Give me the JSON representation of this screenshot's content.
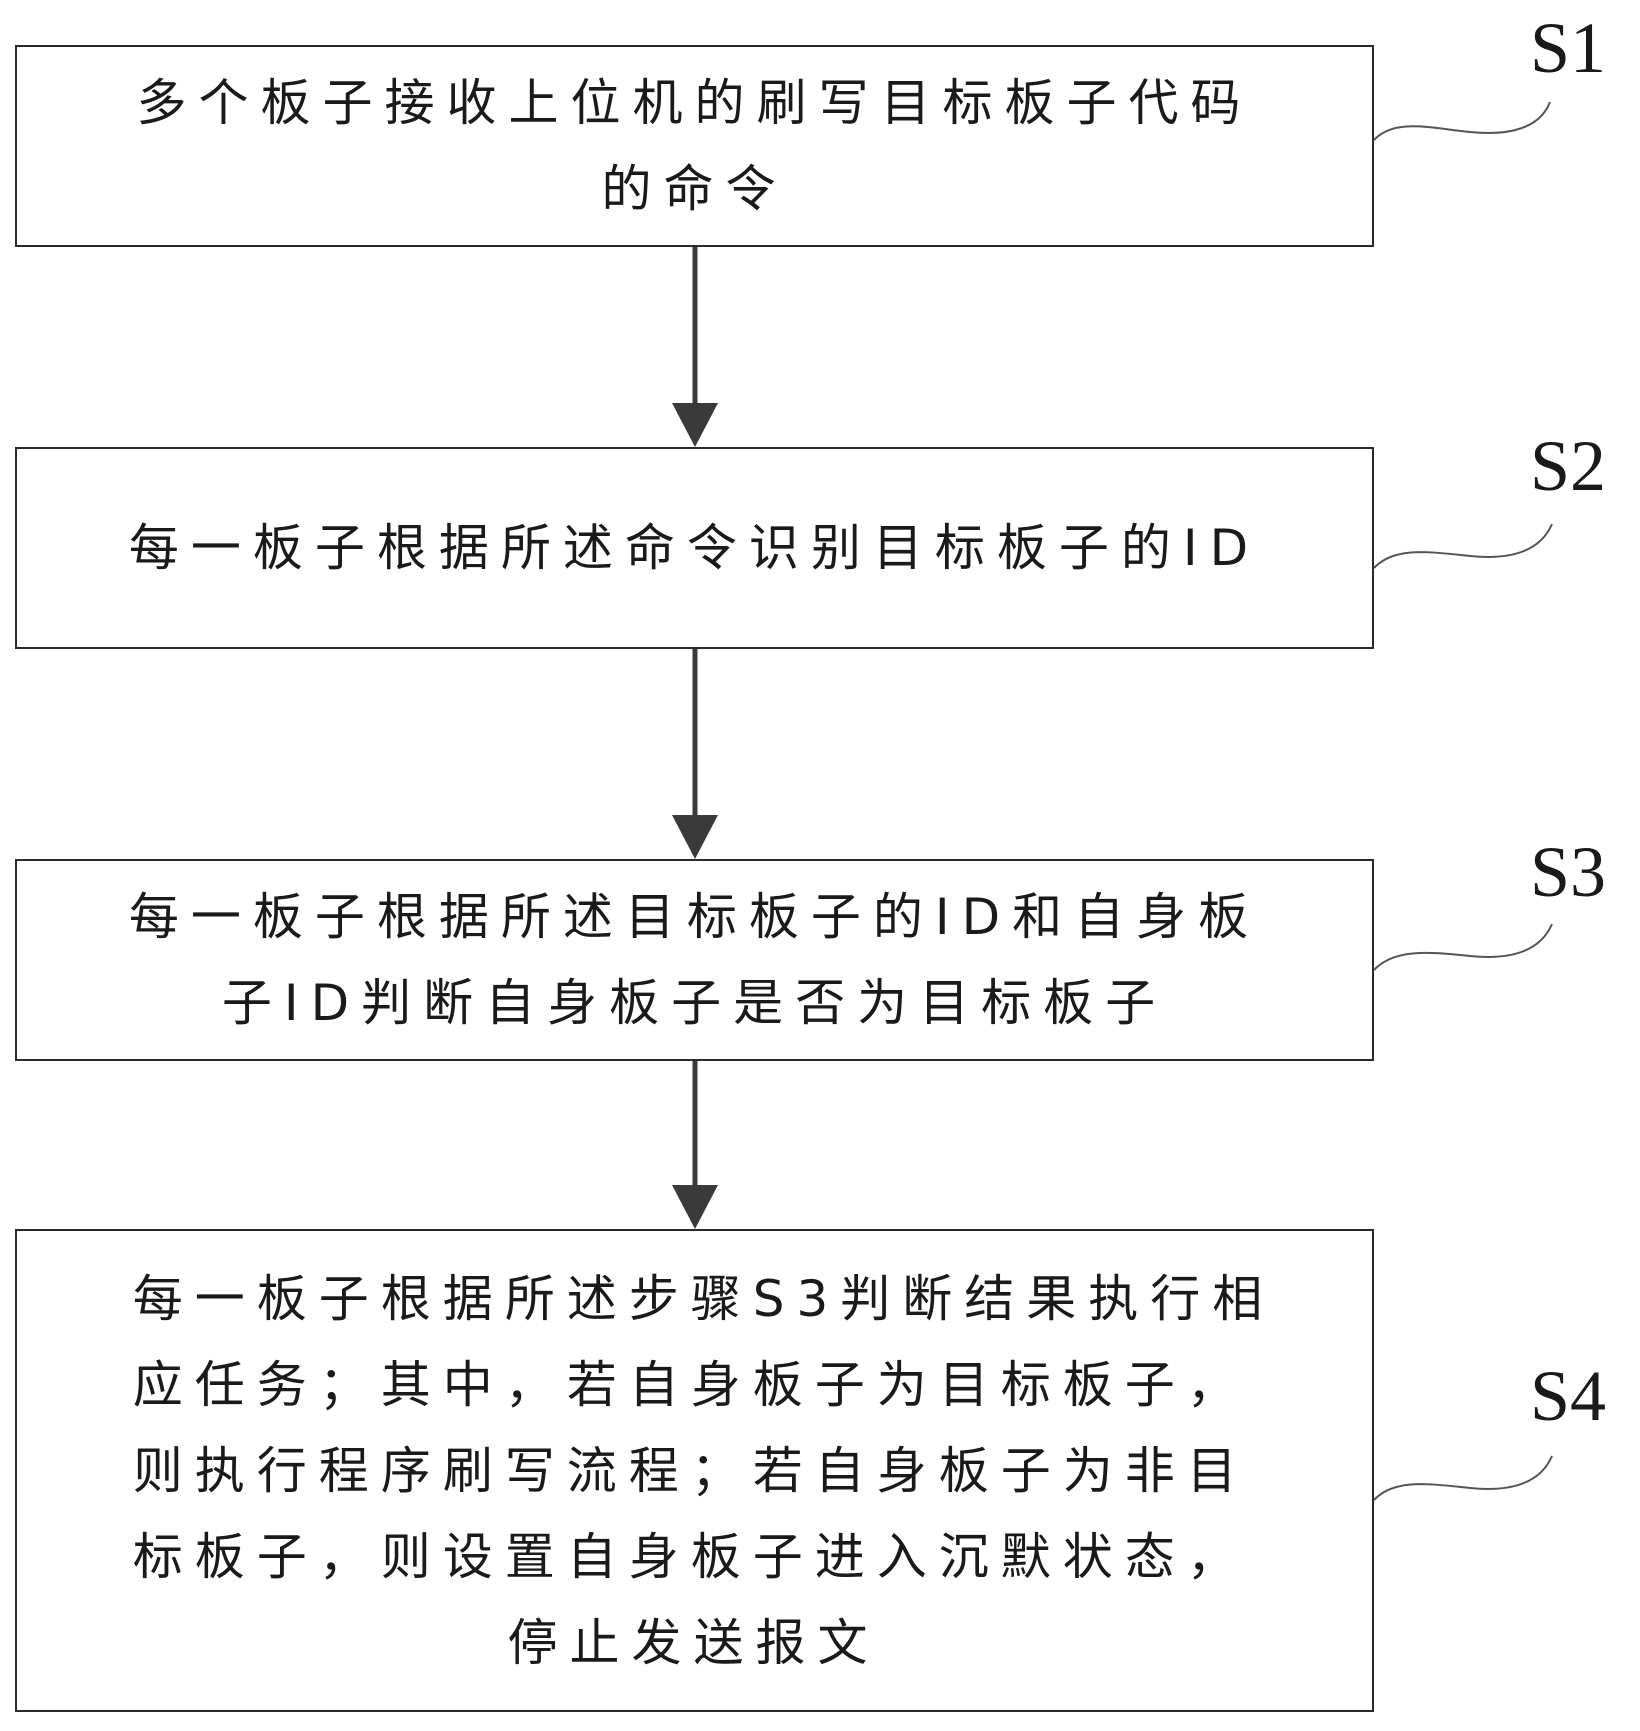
{
  "steps": [
    {
      "id": "S1",
      "text": "多个板子接收上位机的刷写目标板子代码\n的命令"
    },
    {
      "id": "S2",
      "text": "每一板子根据所述命令识别目标板子的ID"
    },
    {
      "id": "S3",
      "text": "每一板子根据所述目标板子的ID和自身板\n子ID判断自身板子是否为目标板子"
    },
    {
      "id": "S4",
      "text": "每一板子根据所述步骤S3判断结果执行相\n应任务；其中，若自身板子为目标板子，\n则执行程序刷写流程；若自身板子为非目\n标板子，则设置自身板子进入沉默状态，",
      "last_line": "停止发送报文"
    }
  ],
  "colors": {
    "stroke": "#2b2b2b",
    "arrow": "#3a3a3a",
    "leader": "#555555"
  }
}
